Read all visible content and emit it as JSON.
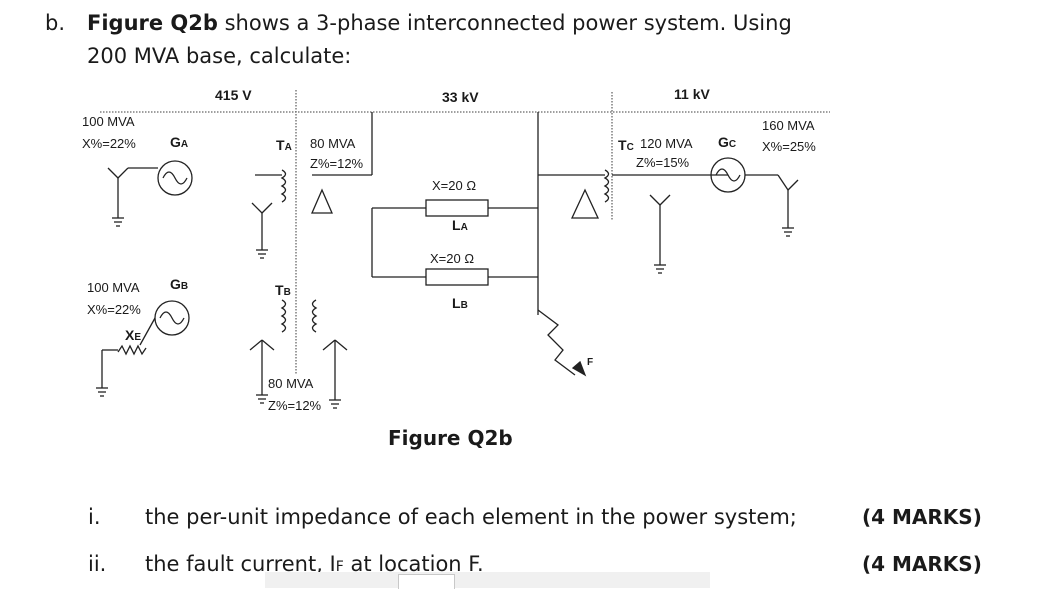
{
  "question": {
    "label": "b.",
    "ref": "Figure Q2b",
    "line1_rest": " shows a 3-phase interconnected power system. Using",
    "line2": "200 MVA base, calculate:"
  },
  "figure": {
    "caption": "Figure Q2b",
    "buses": {
      "b1": "415 V",
      "b2": "33 kV",
      "b3": "11 kV"
    },
    "gen_a": {
      "rating": "100 MVA",
      "x": "X%=22%",
      "name": "G",
      "sub": "A"
    },
    "gen_b": {
      "rating": "100 MVA",
      "x": "X%=22%",
      "name": "G",
      "sub": "B",
      "xe": "X",
      "xe_sub": "E"
    },
    "gen_c": {
      "rating": "160 MVA",
      "x": "X%=25%",
      "name": "G",
      "sub": "C"
    },
    "trans_a": {
      "name": "T",
      "sub": "A",
      "rating": "80 MVA",
      "z": "Z%=12%"
    },
    "trans_b": {
      "name": "T",
      "sub": "B",
      "rating": "80 MVA",
      "z": "Z%=12%"
    },
    "trans_c": {
      "name": "T",
      "sub": "C",
      "rating": "120 MVA",
      "z": "Z%=15%"
    },
    "line_a": {
      "x": "X=20 Ω",
      "name": "L",
      "sub": "A"
    },
    "line_b": {
      "x": "X=20 Ω",
      "name": "L",
      "sub": "B"
    },
    "fault": "F"
  },
  "tasks": [
    {
      "num": "i.",
      "text": "the per-unit impedance of each element in the power system;",
      "marks": "(4 MARKS)"
    },
    {
      "num": "ii.",
      "text": "the fault current, I",
      "sub": "F",
      "text_end": " at location F.",
      "marks": "(4 MARKS)"
    }
  ]
}
